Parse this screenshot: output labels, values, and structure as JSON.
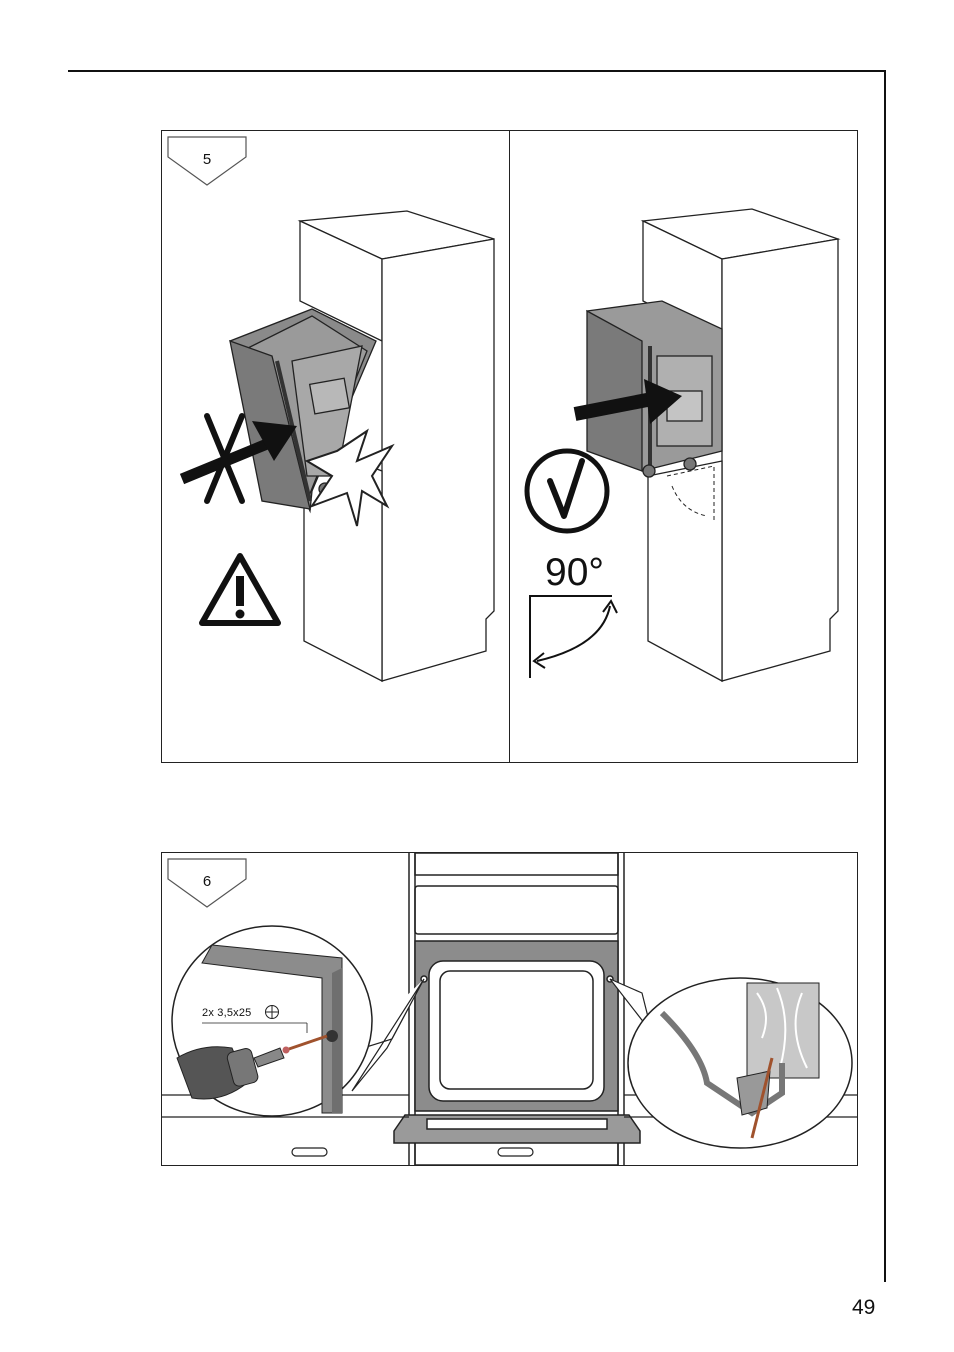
{
  "page": {
    "number": "49"
  },
  "step5": {
    "label": "5",
    "right": {
      "angle_label": "90°"
    }
  },
  "step6": {
    "label": "6",
    "screw_spec": "2x 3,5x25"
  },
  "icons": [
    "warning-triangle-icon",
    "crossed-out-x-icon",
    "checkmark-circle-icon",
    "phillips-screw-icon",
    "cordless-drill-icon",
    "screw-icon"
  ]
}
